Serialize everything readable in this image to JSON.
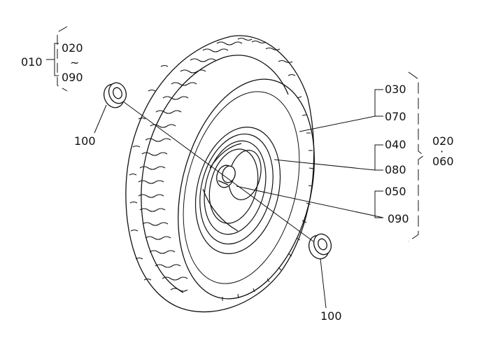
{
  "labels": {
    "group_left_main": "010",
    "group_left_top": "020",
    "group_left_bottom": "090",
    "group_right_top": "020",
    "group_right_bottom": "060",
    "part_030": "030",
    "part_070": "070",
    "part_040": "040",
    "part_080": "080",
    "part_050": "050",
    "part_090": "090",
    "bearing_left": "100",
    "bearing_right": "100"
  },
  "symbols": {
    "range_tilde": "~",
    "range_dot": "·"
  }
}
